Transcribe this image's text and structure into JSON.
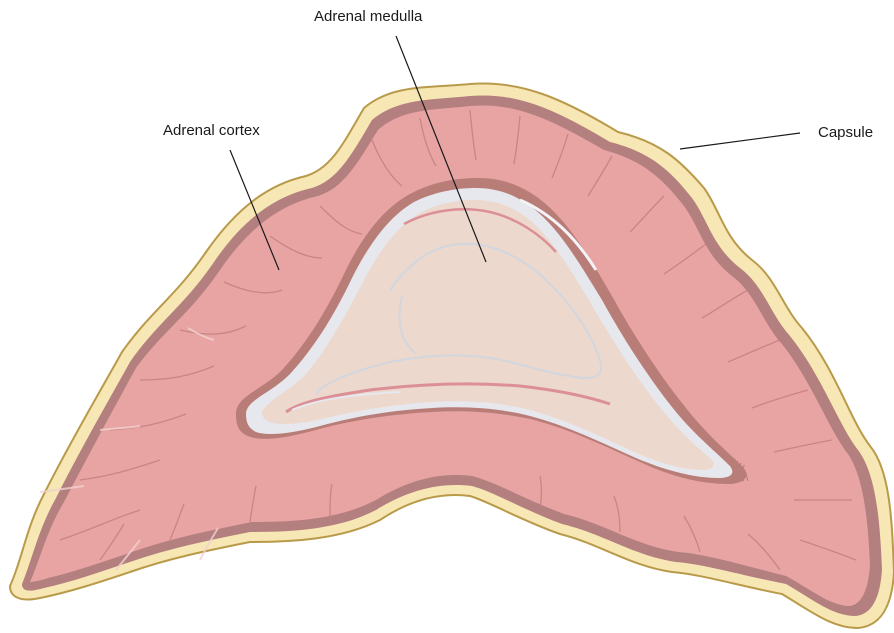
{
  "labels": {
    "medulla": "Adrenal medulla",
    "cortex": "Adrenal cortex",
    "capsule": "Capsule"
  },
  "colors": {
    "capsule_fill": "#f7e7b4",
    "capsule_edge": "#b89a4a",
    "cortex_fill": "#e8a3a3",
    "cortex_dark": "#b07a7a",
    "striation": "#8c5b5b",
    "medulla_fill": "#ecd8cc",
    "medulla_rim": "#e7e7ee",
    "medulla_vessel": "#dc8f96",
    "leader": "#1a1a1a"
  }
}
